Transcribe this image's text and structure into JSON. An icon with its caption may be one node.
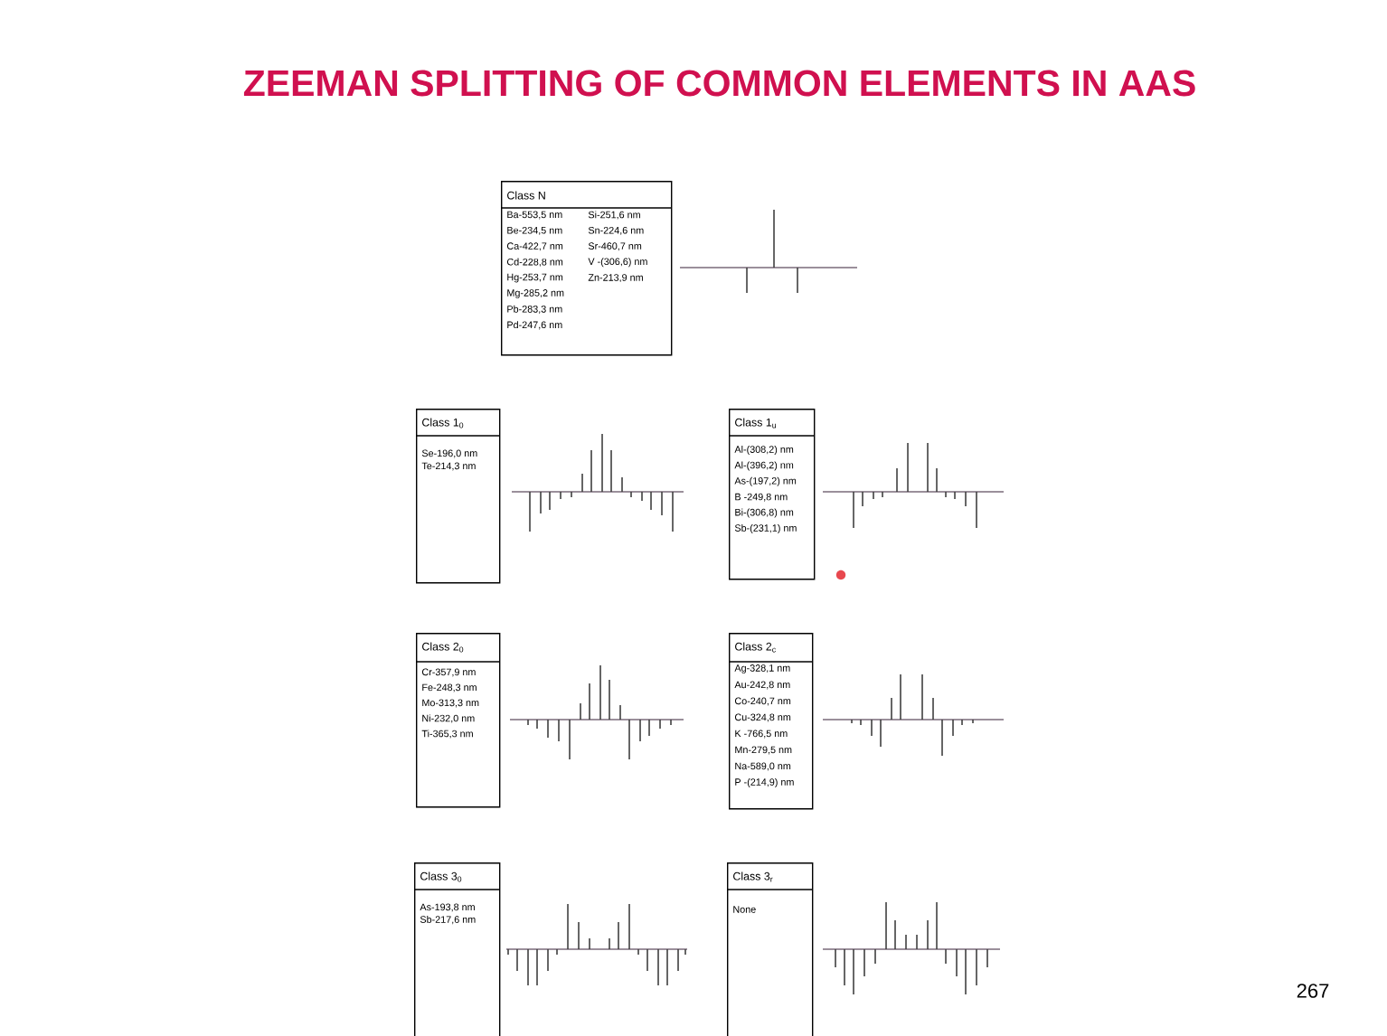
{
  "diagram": {
    "title": "ZEEMAN SPLITTING OF COMMON ELEMENTS IN AAS",
    "nodes": [
      {
        "text": [
          "Class N",
          "Ba-553,5 nm",
          "Be-234,5 nm",
          "Ca-422,7 nm",
          "Cd-228,8 nm",
          "Hg-253,7 nm",
          "Mg-285,2 nm",
          "Pb-283,3 nm",
          "Pd-247,6 nm",
          "Si-251,6 nm",
          "Sn-224,6 nm",
          "Sr-460,7 nm",
          "V -(306,6) nm",
          "Zn-213,9 nm"
        ]
      },
      {
        "text": [
          "Class 1$_{0}$",
          "Se-196,0 nm",
          "Te-214,3 nm"
        ]
      },
      {
        "text": [
          "Class 1$_{u}$",
          "Al-(308,2) nm",
          "Al-(396,2) nm",
          "As-(197,2) nm",
          "B -249,8 nm",
          "Bi-(306,8) nm",
          "Sb-(231,1) nm"
        ]
      },
      {
        "text": [
          "Class 2$_{0}$",
          "Cr-357,9 nm",
          "Fe-248,3 nm",
          "Mo-313,3 nm",
          "Ni-232,0 nm",
          "Ti-365,3 nm"
        ]
      },
      {
        "text": [
          "Class 2$_{c}$",
          "Ag-328,1 nm",
          "Au-242,8 nm",
          "Co-240,7 nm",
          "Cu-324,8 nm",
          "K -766,5 nm",
          "Mn-279,5 nm",
          "Na-589,0 nm",
          "P -(214,9) nm"
        ]
      },
      {
        "text": [
          "Class 3$_{0}$",
          "As-193,8 nm",
          "Sb-217,6 nm"
        ]
      },
      {
        "text": [
          "Class 3$_{r}$",
          "None"
        ]
      }
    ],
    "labels": [
      "267"
    ]
  }
}
